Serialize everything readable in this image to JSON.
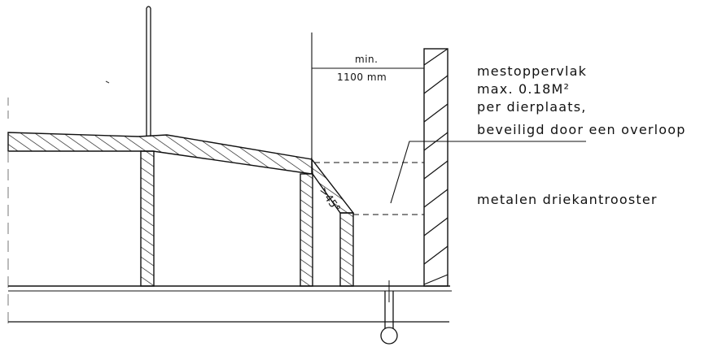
{
  "dimension": {
    "top": "min.",
    "bottom": "1100 mm"
  },
  "angle_label": ">45°",
  "labels": {
    "line1": "mestoppervlak",
    "line2": "max. 0.18M²",
    "line3": "per dierplaats,",
    "line4": "beveiligd door een overloop",
    "grating": "metalen driekantrooster"
  },
  "colors": {
    "ink": "#111111",
    "background": "#ffffff"
  }
}
